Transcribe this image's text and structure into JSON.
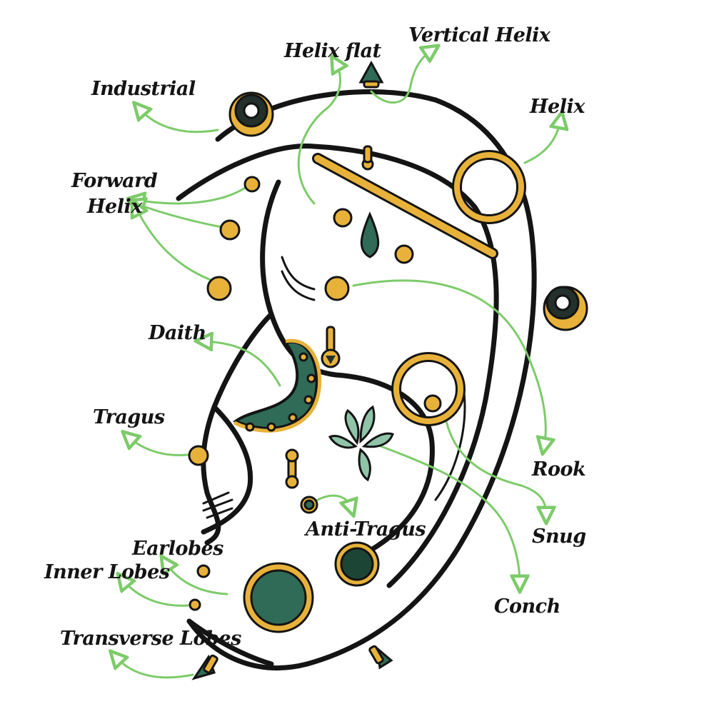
{
  "colors": {
    "arrow": "#7dcb6a",
    "gold": "#e8b23a",
    "gold_dark": "#b98a1f",
    "gem": "#2f6b56",
    "gem_dark": "#1d4536",
    "dark_ring": "#23302b",
    "outline": "#141414",
    "background": "#ffffff"
  },
  "labels": {
    "helix_flat": "Helix flat",
    "vertical_helix": "Vertical Helix",
    "industrial": "Industrial",
    "helix": "Helix",
    "forward_helix_line1": "Forward",
    "forward_helix_line2": "Helix",
    "daith": "Daith",
    "tragus": "Tragus",
    "rook": "Rook",
    "snug": "Snug",
    "anti_tragus": "Anti-Tragus",
    "earlobes": "Earlobes",
    "inner_lobes": "Inner Lobes",
    "conch": "Conch",
    "transverse_lobes": "Transverse Lobes"
  }
}
